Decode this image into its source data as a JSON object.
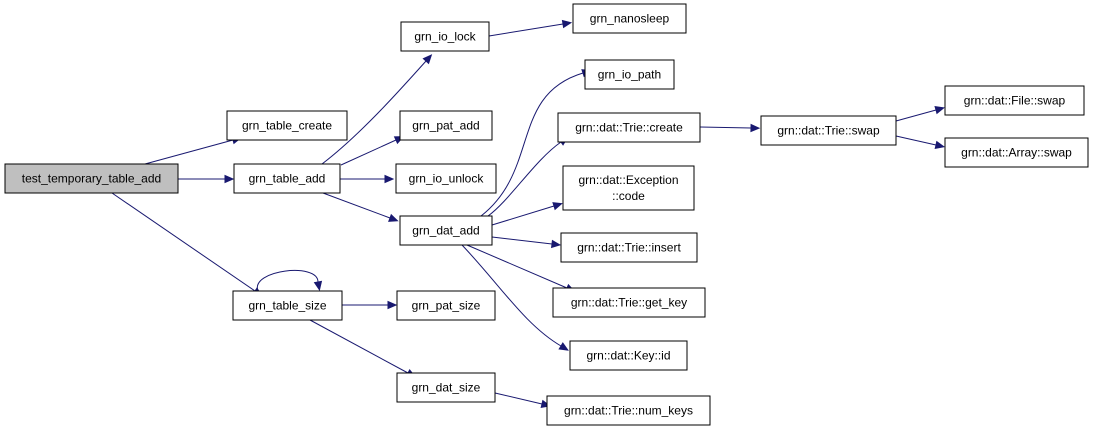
{
  "diagram": {
    "type": "call-graph",
    "edge_color": "#191970",
    "root_fill": "#bfbfbf",
    "nodes": [
      {
        "id": "root",
        "label": [
          "test_temporary_table_add"
        ]
      },
      {
        "id": "table_create",
        "label": [
          "grn_table_create"
        ]
      },
      {
        "id": "table_add",
        "label": [
          "grn_table_add"
        ]
      },
      {
        "id": "table_size",
        "label": [
          "grn_table_size"
        ]
      },
      {
        "id": "io_lock",
        "label": [
          "grn_io_lock"
        ]
      },
      {
        "id": "nanosleep",
        "label": [
          "grn_nanosleep"
        ]
      },
      {
        "id": "pat_add",
        "label": [
          "grn_pat_add"
        ]
      },
      {
        "id": "io_unlock",
        "label": [
          "grn_io_unlock"
        ]
      },
      {
        "id": "dat_add",
        "label": [
          "grn_dat_add"
        ]
      },
      {
        "id": "io_path",
        "label": [
          "grn_io_path"
        ]
      },
      {
        "id": "trie_create",
        "label": [
          "grn::dat::Trie::create"
        ]
      },
      {
        "id": "trie_swap",
        "label": [
          "grn::dat::Trie::swap"
        ]
      },
      {
        "id": "file_swap",
        "label": [
          "grn::dat::File::swap"
        ]
      },
      {
        "id": "array_swap",
        "label": [
          "grn::dat::Array::swap"
        ]
      },
      {
        "id": "exception_code",
        "label": [
          "grn::dat::Exception",
          "::code"
        ]
      },
      {
        "id": "trie_insert",
        "label": [
          "grn::dat::Trie::insert"
        ]
      },
      {
        "id": "trie_get_key",
        "label": [
          "grn::dat::Trie::get_key"
        ]
      },
      {
        "id": "key_id",
        "label": [
          "grn::dat::Key::id"
        ]
      },
      {
        "id": "pat_size",
        "label": [
          "grn_pat_size"
        ]
      },
      {
        "id": "dat_size",
        "label": [
          "grn_dat_size"
        ]
      },
      {
        "id": "trie_num_keys",
        "label": [
          "grn::dat::Trie::num_keys"
        ]
      }
    ],
    "edges": [
      {
        "from": "root",
        "to": "table_create"
      },
      {
        "from": "root",
        "to": "table_add"
      },
      {
        "from": "root",
        "to": "table_size"
      },
      {
        "from": "table_add",
        "to": "io_lock"
      },
      {
        "from": "table_add",
        "to": "pat_add"
      },
      {
        "from": "table_add",
        "to": "io_unlock"
      },
      {
        "from": "table_add",
        "to": "dat_add"
      },
      {
        "from": "io_lock",
        "to": "nanosleep"
      },
      {
        "from": "dat_add",
        "to": "io_path"
      },
      {
        "from": "dat_add",
        "to": "trie_create"
      },
      {
        "from": "dat_add",
        "to": "exception_code"
      },
      {
        "from": "dat_add",
        "to": "trie_insert"
      },
      {
        "from": "dat_add",
        "to": "trie_get_key"
      },
      {
        "from": "dat_add",
        "to": "key_id"
      },
      {
        "from": "trie_create",
        "to": "trie_swap"
      },
      {
        "from": "trie_swap",
        "to": "file_swap"
      },
      {
        "from": "trie_swap",
        "to": "array_swap"
      },
      {
        "from": "table_size",
        "to": "table_size"
      },
      {
        "from": "table_size",
        "to": "pat_size"
      },
      {
        "from": "table_size",
        "to": "dat_size"
      },
      {
        "from": "dat_size",
        "to": "trie_num_keys"
      }
    ]
  }
}
